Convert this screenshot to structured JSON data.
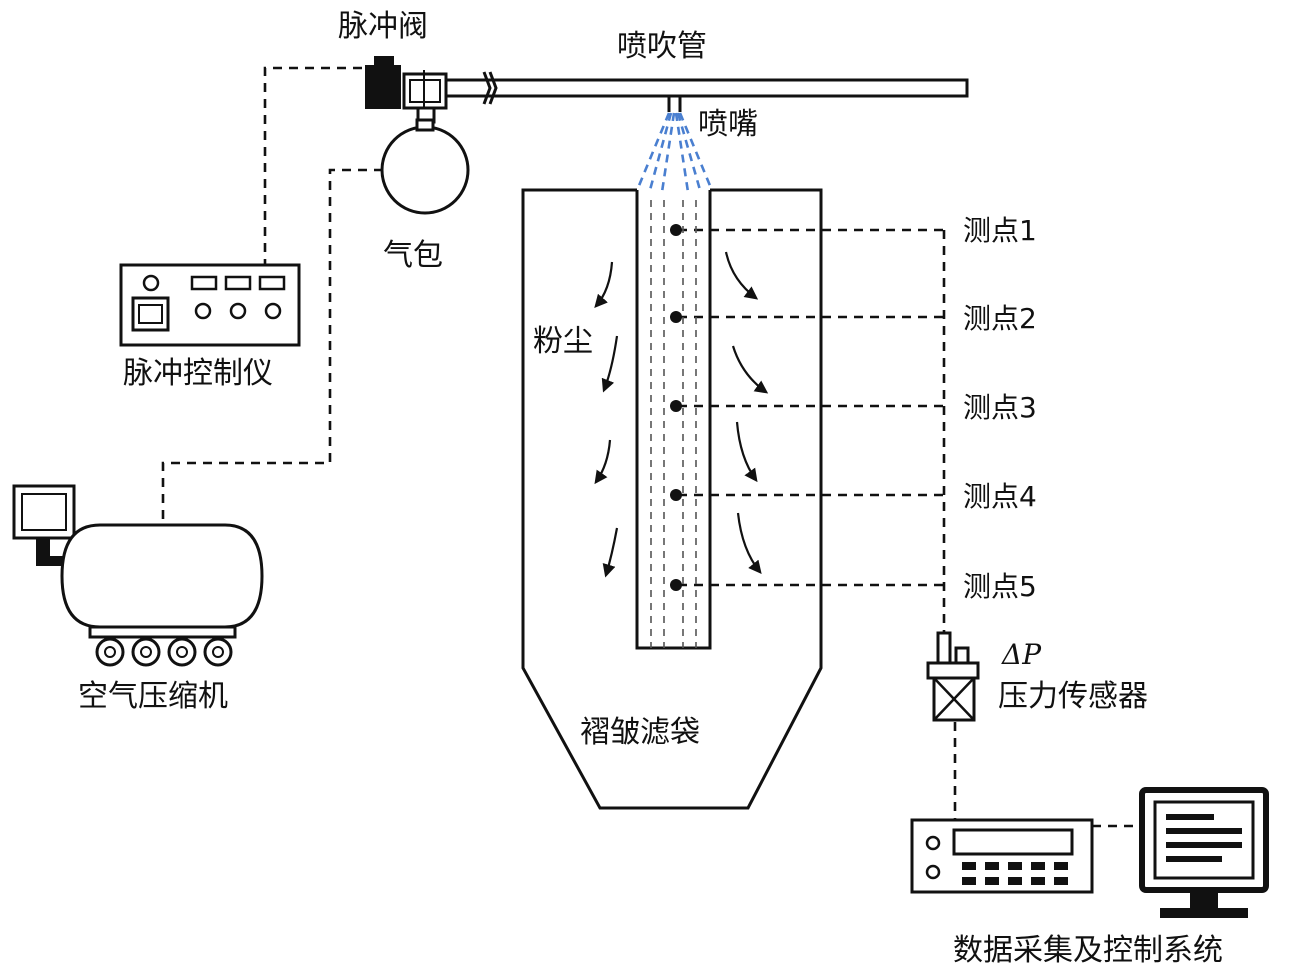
{
  "labels": {
    "pulse_valve": "脉冲阀",
    "blow_pipe": "喷吹管",
    "nozzle": "喷嘴",
    "air_bag": "气包",
    "pulse_controller": "脉冲控制仪",
    "air_compressor": "空气压缩机",
    "dust": "粉尘",
    "pleated_filter_bag": "褶皱滤袋",
    "delta_p": "ΔP",
    "pressure_sensor": "压力传感器",
    "daq_system": "数据采集及控制系统"
  },
  "measurement_points": [
    {
      "label": "测点1"
    },
    {
      "label": "测点2"
    },
    {
      "label": "测点3"
    },
    {
      "label": "测点4"
    },
    {
      "label": "测点5"
    }
  ],
  "colors": {
    "line": "#111111",
    "spray": "#4a7fd0",
    "background": "#ffffff"
  }
}
